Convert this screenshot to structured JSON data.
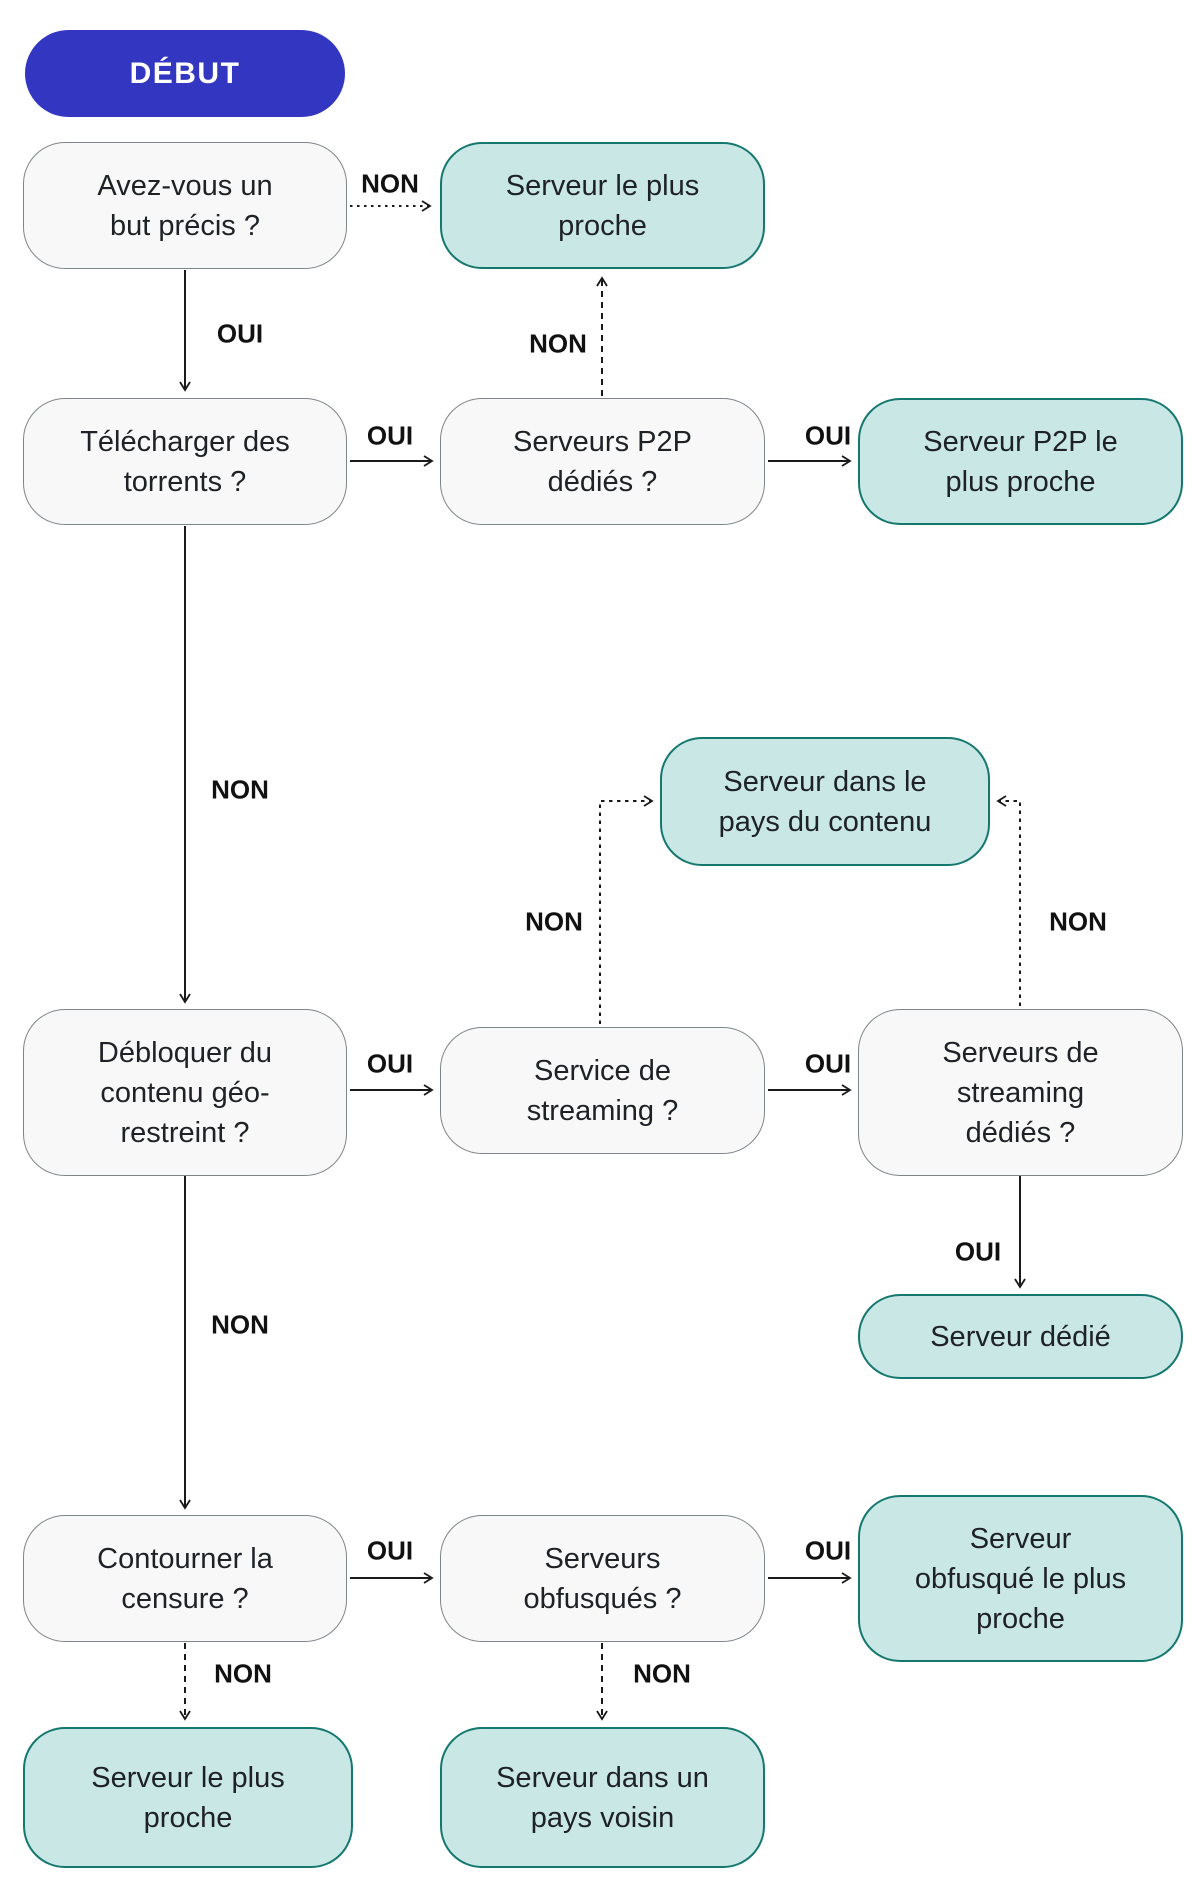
{
  "diagram": {
    "language": "fr",
    "topic": "Choix d'un serveur VPN selon le besoin"
  },
  "colors": {
    "start_bg": "#3236C0",
    "question_bg": "#F8F8F8",
    "question_border": "#7E8589",
    "result_bg": "#C9E7E5",
    "result_border": "#15786F",
    "text": "#1E2226",
    "line": "#1a1a1a"
  },
  "nodes": [
    {
      "id": "start",
      "type": "start",
      "label": "DÉBUT"
    },
    {
      "id": "but-precis",
      "type": "question",
      "label": "Avez-vous un\nbut précis ?"
    },
    {
      "id": "plus-proche-haut",
      "type": "result",
      "label": "Serveur le plus\nproche"
    },
    {
      "id": "torrents",
      "type": "question",
      "label": "Télécharger des\ntorrents ?"
    },
    {
      "id": "p2p-dedies",
      "type": "question",
      "label": "Serveurs P2P\ndédiés ?"
    },
    {
      "id": "p2p-proche",
      "type": "result",
      "label": "Serveur P2P le\nplus proche"
    },
    {
      "id": "pays-contenu",
      "type": "result",
      "label": "Serveur dans le\npays du contenu"
    },
    {
      "id": "geo-restreint",
      "type": "question",
      "label": "Débloquer du\ncontenu géo-\nrestreint ?"
    },
    {
      "id": "streaming",
      "type": "question",
      "label": "Service de\nstreaming ?"
    },
    {
      "id": "streaming-dedies",
      "type": "question",
      "label": "Serveurs de\nstreaming\ndédiés ?"
    },
    {
      "id": "serveur-dedie",
      "type": "result",
      "label": "Serveur dédié"
    },
    {
      "id": "censure",
      "type": "question",
      "label": "Contourner la\ncensure ?"
    },
    {
      "id": "obfusques",
      "type": "question",
      "label": "Serveurs\nobfusqués ?"
    },
    {
      "id": "obfusque-proche",
      "type": "result",
      "label": "Serveur\nobfusqué le plus\nproche"
    },
    {
      "id": "plus-proche-bas",
      "type": "result",
      "label": "Serveur le plus\nproche"
    },
    {
      "id": "pays-voisin",
      "type": "result",
      "label": "Serveur dans un\npays voisin"
    }
  ],
  "edges": [
    {
      "from": "but-precis",
      "to": "plus-proche-haut",
      "label": "NON",
      "style": "dotted"
    },
    {
      "from": "but-precis",
      "to": "torrents",
      "label": "OUI",
      "style": "solid"
    },
    {
      "from": "torrents",
      "to": "p2p-dedies",
      "label": "OUI",
      "style": "solid"
    },
    {
      "from": "p2p-dedies",
      "to": "plus-proche-haut",
      "label": "NON",
      "style": "dashed"
    },
    {
      "from": "p2p-dedies",
      "to": "p2p-proche",
      "label": "OUI",
      "style": "solid"
    },
    {
      "from": "torrents",
      "to": "geo-restreint",
      "label": "NON",
      "style": "solid"
    },
    {
      "from": "geo-restreint",
      "to": "streaming",
      "label": "OUI",
      "style": "solid"
    },
    {
      "from": "streaming",
      "to": "pays-contenu",
      "label": "NON",
      "style": "dashed"
    },
    {
      "from": "streaming",
      "to": "streaming-dedies",
      "label": "OUI",
      "style": "solid"
    },
    {
      "from": "streaming-dedies",
      "to": "pays-contenu",
      "label": "NON",
      "style": "dashed"
    },
    {
      "from": "streaming-dedies",
      "to": "serveur-dedie",
      "label": "OUI",
      "style": "solid"
    },
    {
      "from": "geo-restreint",
      "to": "censure",
      "label": "NON",
      "style": "solid"
    },
    {
      "from": "censure",
      "to": "obfusques",
      "label": "OUI",
      "style": "solid"
    },
    {
      "from": "obfusques",
      "to": "obfusque-proche",
      "label": "OUI",
      "style": "solid"
    },
    {
      "from": "censure",
      "to": "plus-proche-bas",
      "label": "NON",
      "style": "dashed"
    },
    {
      "from": "obfusques",
      "to": "pays-voisin",
      "label": "NON",
      "style": "dashed"
    }
  ]
}
